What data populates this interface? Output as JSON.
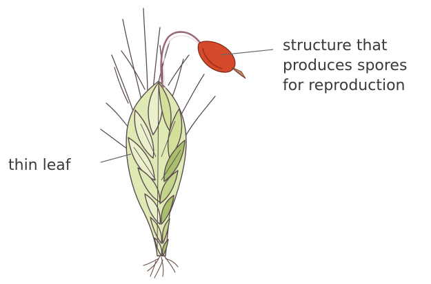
{
  "labels": {
    "capsule": {
      "lines": [
        "structure that",
        "produces spores",
        "for reproduction"
      ]
    },
    "leaf": "thin leaf"
  },
  "colors": {
    "background": "#ffffff",
    "label_text": "#3a3a3a",
    "leader_line": "#6a6a6a",
    "leaf_fill_light": "#eaf0cc",
    "leaf_fill_mid": "#d2e09a",
    "leaf_fill_dark": "#a9bf6c",
    "leaf_outline": "#5b4a52",
    "stem": "#9b6a74",
    "capsule_fill": "#d64a2c",
    "capsule_shadow": "#a8321b",
    "roots": "#6b5044"
  },
  "icons": {
    "plant": "moss-plant-illustration",
    "capsule": "spore-capsule"
  }
}
